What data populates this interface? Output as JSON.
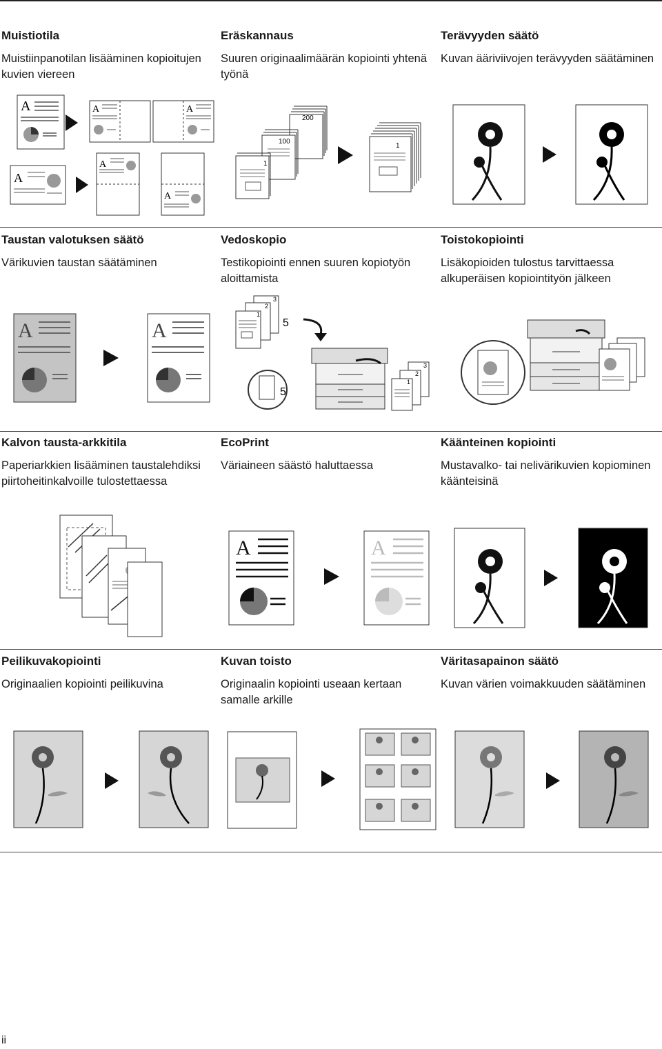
{
  "sections": [
    {
      "title": "Muistiotila",
      "desc": "Muistiinpanotilan lisääminen kopioitujen kuvien viereen"
    },
    {
      "title": "Eräskannaus",
      "desc": "Suuren originaalimäärän kopiointi yhtenä työnä"
    },
    {
      "title": "Terävyyden säätö",
      "desc": "Kuvan ääriviivojen terävyyden säätäminen"
    },
    {
      "title": "Taustan valotuksen säätö",
      "desc": "Värikuvien taustan säätäminen"
    },
    {
      "title": "Vedoskopio",
      "desc": "Testikopiointi ennen suuren kopiotyön aloittamista"
    },
    {
      "title": "Toistokopiointi",
      "desc": "Lisäkopioiden tulostus tarvittaessa alkuperäisen kopiointityön jälkeen"
    },
    {
      "title": "Kalvon tausta-arkkitila",
      "desc": "Paperiarkkien lisääminen taustalehdiksi piirtoheitinkalvoille tulostettaessa"
    },
    {
      "title": "EcoPrint",
      "desc": "Väriaineen säästö haluttaessa"
    },
    {
      "title": "Käänteinen kopiointi",
      "desc": "Mustavalko- tai nelivärikuvien kopiominen käänteisinä"
    },
    {
      "title": "Peilikuvakopiointi",
      "desc": "Originaalien kopiointi peilikuvina"
    },
    {
      "title": "Kuvan toisto",
      "desc": "Originaalin kopiointi useaan kertaan samalle arkille"
    },
    {
      "title": "Väritasapainon säätö",
      "desc": "Kuvan värien voimakkuuden säätäminen"
    }
  ],
  "illustration_text": {
    "letter": "A",
    "batch_counts": [
      "200",
      "100",
      "1",
      "1"
    ],
    "proof_numbers": [
      "3",
      "2",
      "1"
    ],
    "multiplier": "5"
  },
  "page_number": "ii"
}
